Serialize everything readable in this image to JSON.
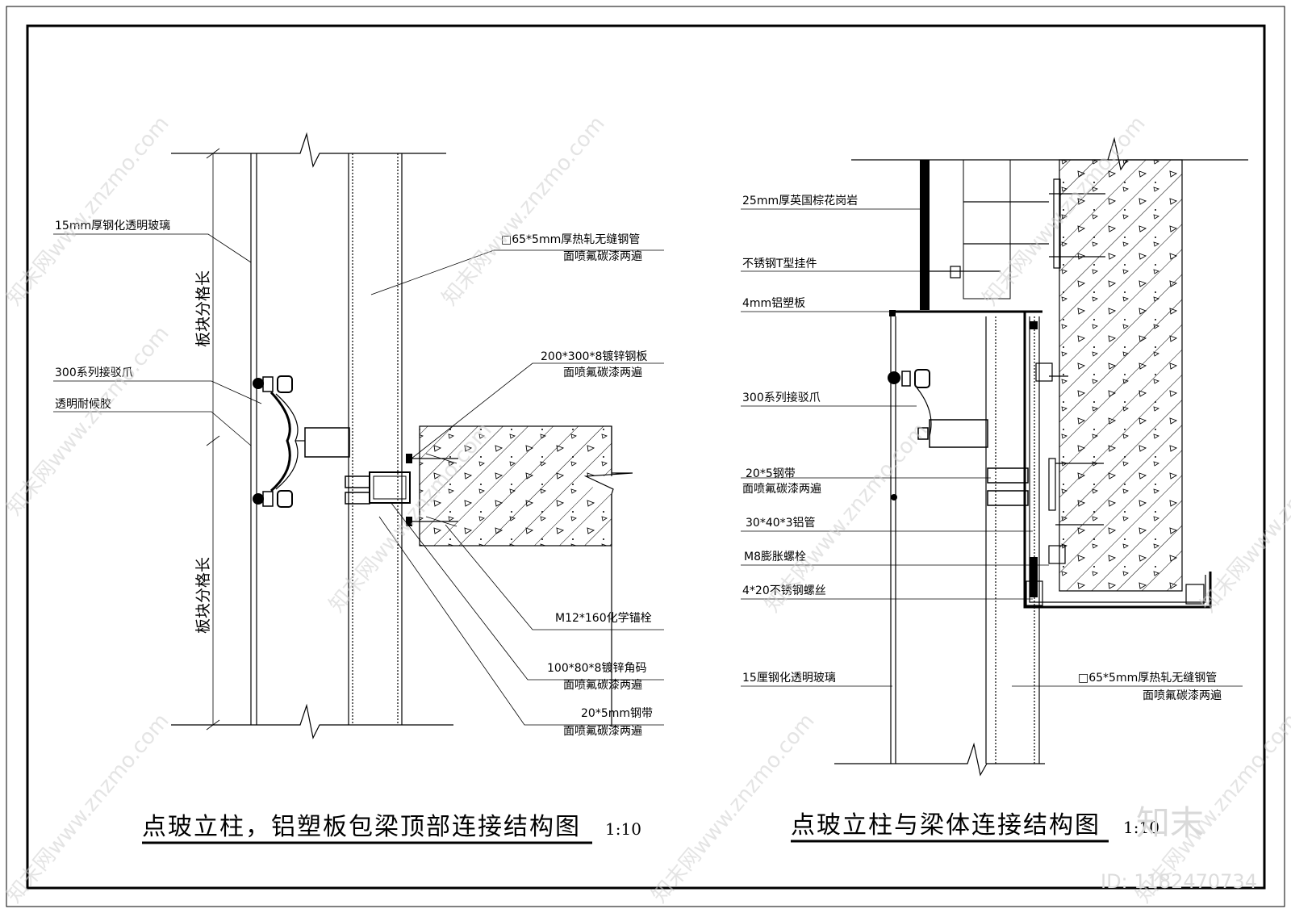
{
  "left_diagram": {
    "title": "点玻立柱，铝塑板包梁顶部连接结构图",
    "scale": "1:10",
    "labels": {
      "glass": "15mm厚钢化透明玻璃",
      "steel_pipe_1": "□65*5mm厚热轧无缝钢管",
      "steel_pipe_2": "面喷氟碳漆两遍",
      "plate_1": "200*300*8镀锌钢板",
      "plate_2": "面喷氟碳漆两遍",
      "claw": "300系列接驳爪",
      "sealant": "透明耐候胶",
      "anchor": "M12*160化学锚栓",
      "angle_1": "100*80*8镀锌角码",
      "angle_2": "面喷氟碳漆两遍",
      "band_1": "20*5mm钢带",
      "band_2": "面喷氟碳漆两遍",
      "dim_upper": "板块分格长",
      "dim_lower": "板块分格长"
    }
  },
  "right_diagram": {
    "title": "点玻立柱与梁体连接结构图",
    "scale": "1:10",
    "labels": {
      "granite": "25mm厚英国棕花岗岩",
      "t_hanger": "不锈钢T型挂件",
      "acp": "4mm铝塑板",
      "claw": "300系列接驳爪",
      "band_1": "20*5钢带",
      "band_2": "面喷氟碳漆两遍",
      "al_tube": "30*40*3铝管",
      "bolt": "M8膨胀螺栓",
      "screw": "4*20不锈钢螺丝",
      "glass": "15厘钢化透明玻璃",
      "steel_pipe_1": "□65*5mm厚热轧无缝钢管",
      "steel_pipe_2": "面喷氟碳漆两遍"
    }
  },
  "watermark": {
    "text": "知末网www.znzmo.com",
    "brand": "知末",
    "id": "ID: 1182470734"
  }
}
